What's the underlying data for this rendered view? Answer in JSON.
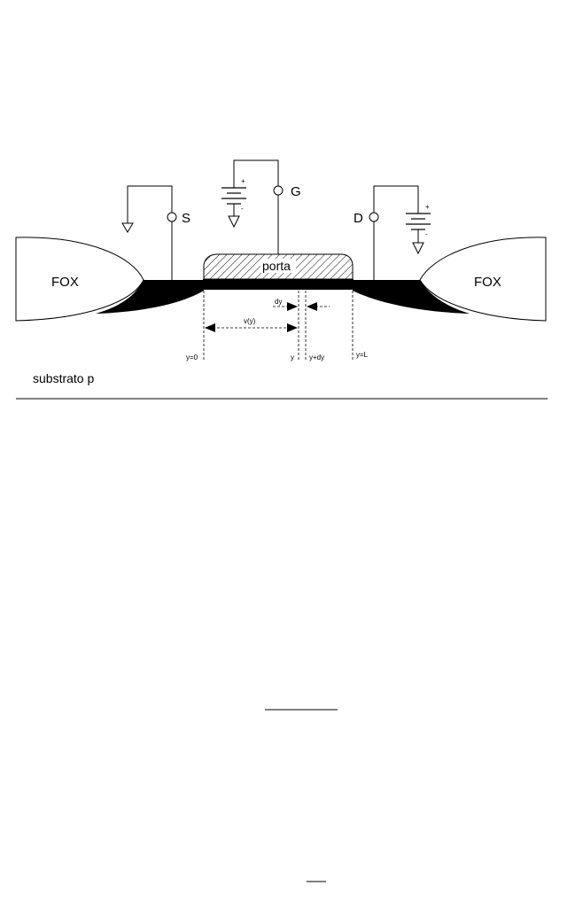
{
  "diagram": {
    "labels": {
      "source": "S",
      "gate": "G",
      "drain": "D",
      "fox_left": "FOX",
      "fox_right": "FOX",
      "gate_region": "porta",
      "substrate": "substrato p"
    },
    "battery_gate": {
      "plus": "+",
      "minus": "-"
    },
    "battery_drain": {
      "plus": "+",
      "minus": "-"
    },
    "dimensions": {
      "dy": "dy",
      "vy": "v(y)",
      "y0": "y=0",
      "y": "y",
      "ydy": "y+dy",
      "yL": "y=L"
    }
  }
}
